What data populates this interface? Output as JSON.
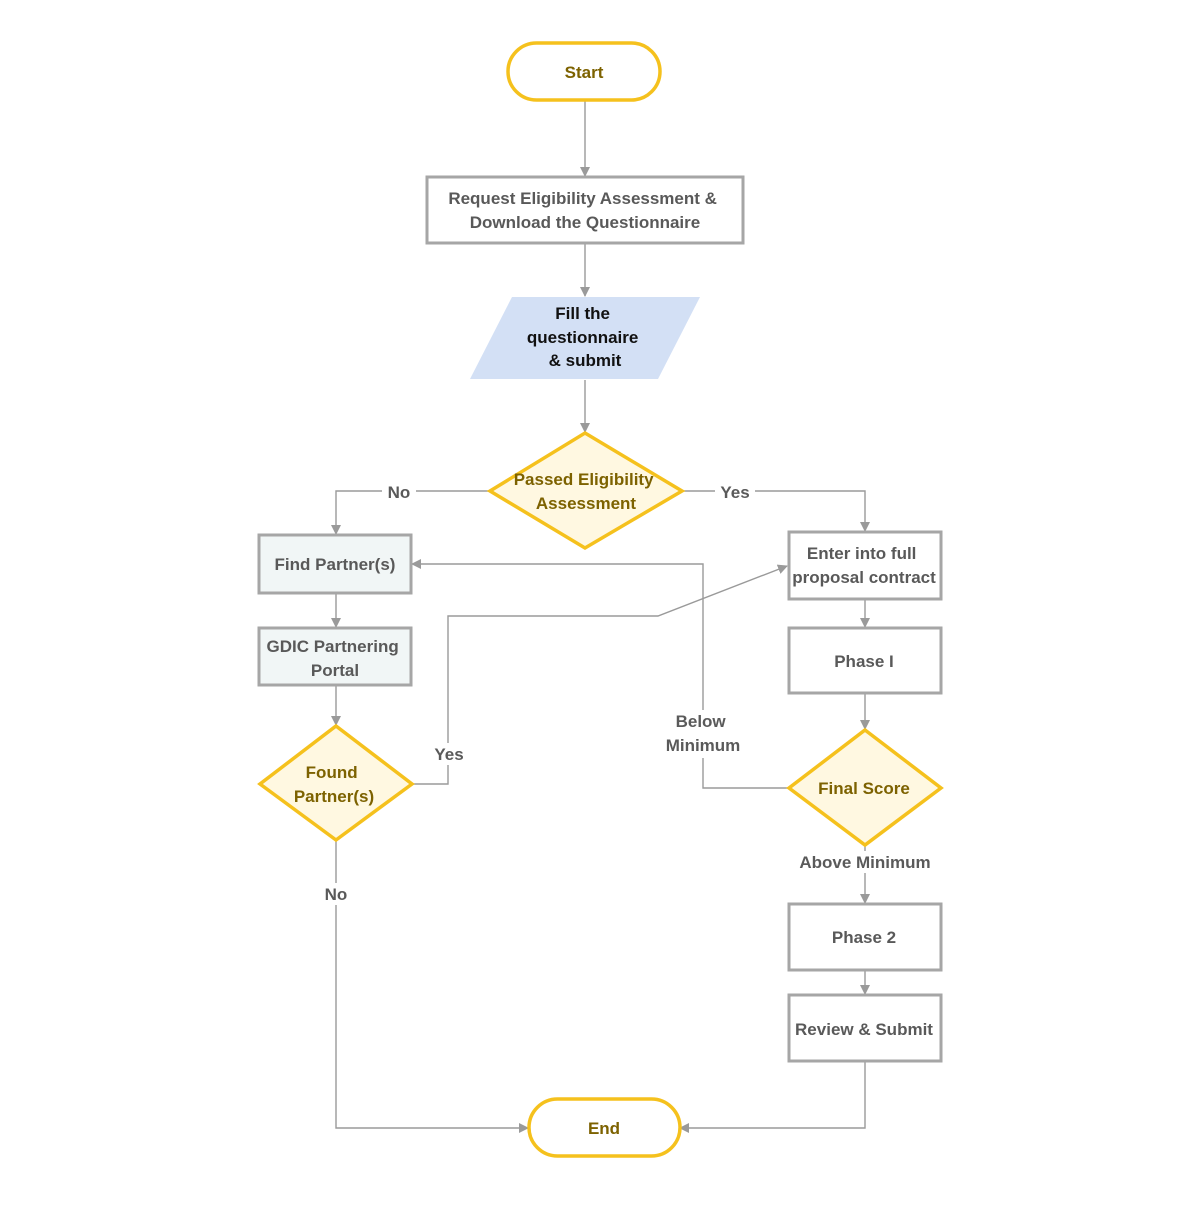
{
  "colors": {
    "terminal_stroke": "#f5c11d",
    "terminal_text": "#7d6200",
    "decision_stroke": "#f5c11d",
    "decision_fill": "#fff8e1",
    "decision_text": "#7d6200",
    "process_stroke": "#a6a6a6",
    "process_fill": "#ffffff",
    "process_text": "#595959",
    "portal_fill": "#f1f6f6",
    "io_fill": "#d3e0f5",
    "io_text": "#111111",
    "edge": "#9a9a9a"
  },
  "nodes": {
    "start": {
      "lines": [
        "Start"
      ]
    },
    "request": {
      "lines": [
        "Request Eligibility Assessment &",
        "Download the Questionnaire"
      ]
    },
    "fill": {
      "lines": [
        "Fill the",
        "questionnaire",
        "& submit"
      ]
    },
    "passed": {
      "lines": [
        "Passed Eligibility",
        "Assessment"
      ]
    },
    "find": {
      "lines": [
        "Find Partner(s)"
      ]
    },
    "portal": {
      "lines": [
        "GDIC Partnering",
        "Portal"
      ]
    },
    "found": {
      "lines": [
        "Found",
        "Partner(s)"
      ]
    },
    "enter": {
      "lines": [
        "Enter into full",
        "proposal contract"
      ]
    },
    "phase1": {
      "lines": [
        "Phase I"
      ]
    },
    "final": {
      "lines": [
        "Final Score"
      ]
    },
    "phase2": {
      "lines": [
        "Phase 2"
      ]
    },
    "review": {
      "lines": [
        "Review & Submit"
      ]
    },
    "end": {
      "lines": [
        "End"
      ]
    }
  },
  "edge_labels": {
    "no_eligibility": "No",
    "yes_eligibility": "Yes",
    "yes_found": "Yes",
    "no_found": "No",
    "below_minimum": [
      "Below",
      "Minimum"
    ],
    "above_minimum": "Above Minimum"
  }
}
